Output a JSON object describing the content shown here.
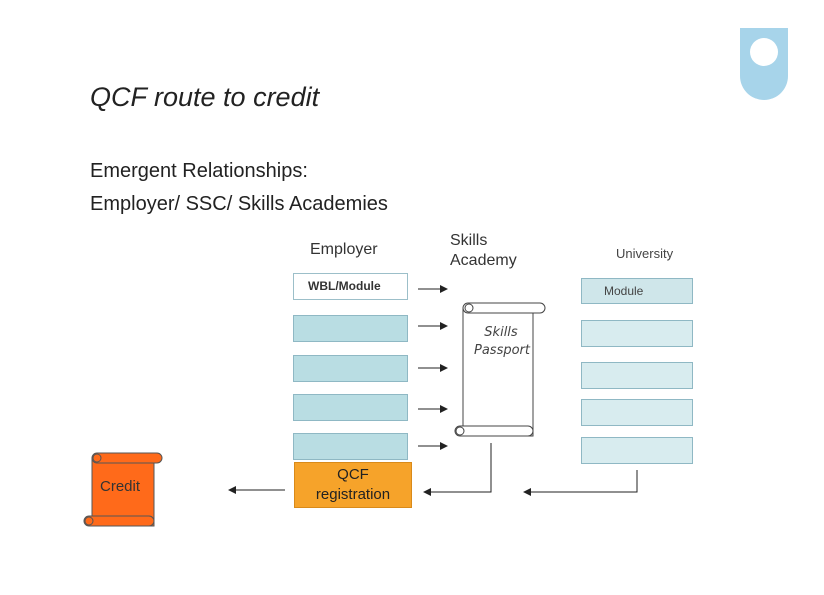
{
  "title": "QCF route to credit",
  "subtitle_lines": [
    "Emergent Relationships:",
    "Employer/ SSC/ Skills Academies"
  ],
  "columns": {
    "employer": "Employer",
    "skills_academy_line1": "Skills",
    "skills_academy_line2": "Academy",
    "university": "University"
  },
  "employer_box_header": "WBL/Module",
  "university_box_header": "Module",
  "skills_passport_line1": "Skills",
  "skills_passport_line2": "Passport",
  "qcf_line1": "QCF",
  "qcf_line2": "registration",
  "credit_label": "Credit",
  "colors": {
    "box_fill": "#b9dde3",
    "qcf_fill": "#f6a32a",
    "credit_fill": "#ff6a1a",
    "logo_blue": "#a7d4ea"
  }
}
